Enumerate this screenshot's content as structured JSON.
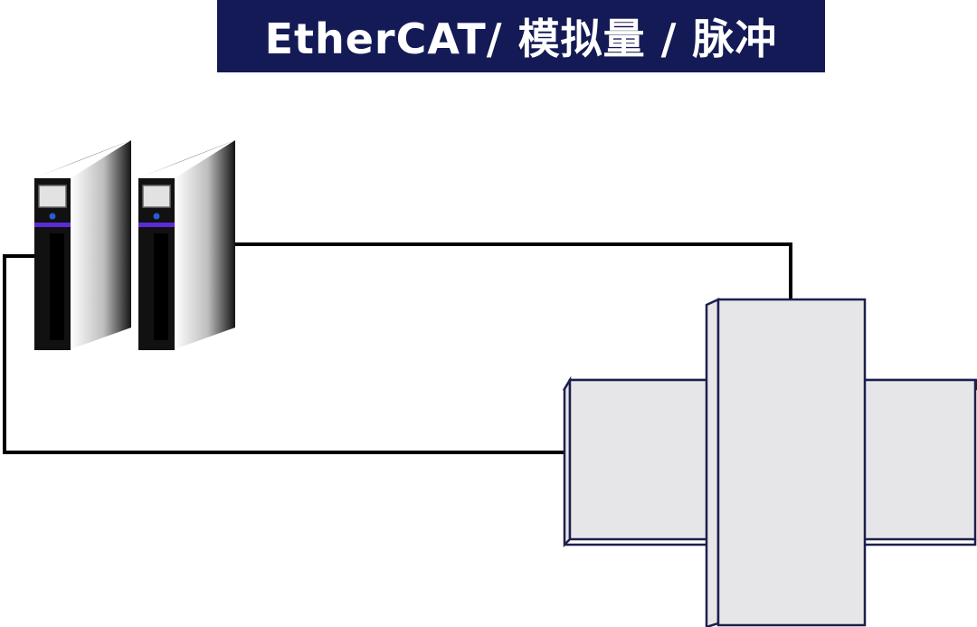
{
  "title": "EtherCAT/ 模拟量 / 脉冲",
  "colors": {
    "banner_background": "#131a55",
    "banner_text": "#ffffff",
    "wire": "#000000",
    "stage_fill": "#e6e6e8",
    "stage_outline": "#1d1f4e",
    "drive_front": "#111111",
    "drive_indicator": "#5b2bd8",
    "drive_led": "#2a5bd6"
  },
  "components": {
    "drives": [
      "servo-drive",
      "servo-drive"
    ],
    "stage": "xy-cross-stage"
  }
}
